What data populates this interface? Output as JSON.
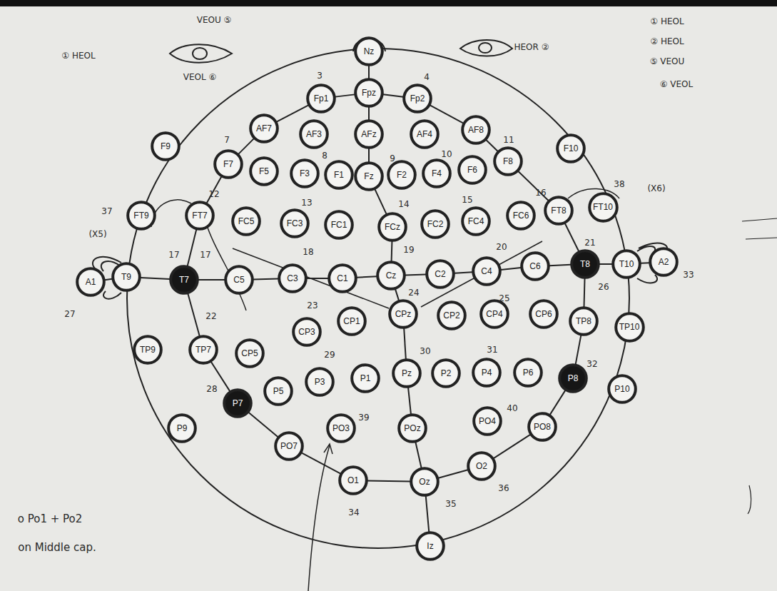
{
  "diagram": {
    "nodes": [
      {
        "text": [
          "Nz"
        ]
      },
      {
        "text": [
          "Fp1"
        ]
      },
      {
        "text": [
          "Fpz"
        ]
      },
      {
        "text": [
          "Fp2"
        ]
      },
      {
        "text": [
          "F9"
        ]
      },
      {
        "text": [
          "AF7"
        ]
      },
      {
        "text": [
          "AF3"
        ]
      },
      {
        "text": [
          "AFz"
        ]
      },
      {
        "text": [
          "AF4"
        ]
      },
      {
        "text": [
          "AF8"
        ]
      },
      {
        "text": [
          "F10"
        ]
      },
      {
        "text": [
          "F7"
        ]
      },
      {
        "text": [
          "F5"
        ]
      },
      {
        "text": [
          "F3"
        ]
      },
      {
        "text": [
          "F1"
        ]
      },
      {
        "text": [
          "Fz"
        ]
      },
      {
        "text": [
          "F2"
        ]
      },
      {
        "text": [
          "F4"
        ]
      },
      {
        "text": [
          "F6"
        ]
      },
      {
        "text": [
          "F8"
        ]
      },
      {
        "text": [
          "FT9"
        ]
      },
      {
        "text": [
          "FT7"
        ]
      },
      {
        "text": [
          "FC5"
        ]
      },
      {
        "text": [
          "FC3"
        ]
      },
      {
        "text": [
          "FC1"
        ]
      },
      {
        "text": [
          "FCz"
        ]
      },
      {
        "text": [
          "FC2"
        ]
      },
      {
        "text": [
          "FC4"
        ]
      },
      {
        "text": [
          "FC6"
        ]
      },
      {
        "text": [
          "FT8"
        ]
      },
      {
        "text": [
          "FT10"
        ]
      },
      {
        "text": [
          "A1"
        ]
      },
      {
        "text": [
          "T9"
        ]
      },
      {
        "text": [
          "T7"
        ]
      },
      {
        "text": [
          "C5"
        ]
      },
      {
        "text": [
          "C3"
        ]
      },
      {
        "text": [
          "C1"
        ]
      },
      {
        "text": [
          "Cz"
        ]
      },
      {
        "text": [
          "C2"
        ]
      },
      {
        "text": [
          "C4"
        ]
      },
      {
        "text": [
          "C6"
        ]
      },
      {
        "text": [
          "T8"
        ]
      },
      {
        "text": [
          "T10"
        ]
      },
      {
        "text": [
          "A2"
        ]
      },
      {
        "text": [
          "TP9"
        ]
      },
      {
        "text": [
          "TP7"
        ]
      },
      {
        "text": [
          "CP5"
        ]
      },
      {
        "text": [
          "CP3"
        ]
      },
      {
        "text": [
          "CP1"
        ]
      },
      {
        "text": [
          "CPz"
        ]
      },
      {
        "text": [
          "CP2"
        ]
      },
      {
        "text": [
          "CP4"
        ]
      },
      {
        "text": [
          "CP6"
        ]
      },
      {
        "text": [
          "TP8"
        ]
      },
      {
        "text": [
          "TP10"
        ]
      },
      {
        "text": [
          "P9"
        ]
      },
      {
        "text": [
          "P7"
        ]
      },
      {
        "text": [
          "P5"
        ]
      },
      {
        "text": [
          "P3"
        ]
      },
      {
        "text": [
          "P1"
        ]
      },
      {
        "text": [
          "Pz"
        ]
      },
      {
        "text": [
          "P2"
        ]
      },
      {
        "text": [
          "P4"
        ]
      },
      {
        "text": [
          "P6"
        ]
      },
      {
        "text": [
          "P8"
        ]
      },
      {
        "text": [
          "P10"
        ]
      },
      {
        "text": [
          "PO7"
        ]
      },
      {
        "text": [
          "PO3"
        ]
      },
      {
        "text": [
          "POz"
        ]
      },
      {
        "text": [
          "PO4"
        ]
      },
      {
        "text": [
          "PO8"
        ]
      },
      {
        "text": [
          "O1"
        ]
      },
      {
        "text": [
          "Oz"
        ]
      },
      {
        "text": [
          "O2"
        ]
      },
      {
        "text": [
          "Iz"
        ]
      }
    ],
    "edges": [
      {
        "from": 0,
        "to": 2,
        "arrow": "none"
      },
      {
        "from": 2,
        "to": 7,
        "arrow": "none"
      },
      {
        "from": 7,
        "to": 15,
        "arrow": "none"
      },
      {
        "from": 15,
        "to": 25,
        "arrow": "none"
      },
      {
        "from": 25,
        "to": 37,
        "arrow": "none"
      },
      {
        "from": 37,
        "to": 49,
        "arrow": "none"
      },
      {
        "from": 49,
        "to": 60,
        "arrow": "none"
      },
      {
        "from": 60,
        "to": 68,
        "arrow": "none"
      },
      {
        "from": 68,
        "to": 72,
        "arrow": "none"
      },
      {
        "from": 72,
        "to": 74,
        "arrow": "none"
      },
      {
        "from": 31,
        "to": 32,
        "arrow": "none"
      },
      {
        "from": 32,
        "to": 33,
        "arrow": "none"
      },
      {
        "from": 33,
        "to": 34,
        "arrow": "none"
      },
      {
        "from": 34,
        "to": 35,
        "arrow": "none"
      },
      {
        "from": 35,
        "to": 36,
        "arrow": "none"
      },
      {
        "from": 36,
        "to": 37,
        "arrow": "none"
      },
      {
        "from": 37,
        "to": 38,
        "arrow": "none"
      },
      {
        "from": 38,
        "to": 39,
        "arrow": "none"
      },
      {
        "from": 39,
        "to": 40,
        "arrow": "none"
      },
      {
        "from": 40,
        "to": 41,
        "arrow": "none"
      },
      {
        "from": 41,
        "to": 42,
        "arrow": "none"
      },
      {
        "from": 42,
        "to": 43,
        "arrow": "none"
      },
      {
        "from": 2,
        "to": 1,
        "arrow": "none"
      },
      {
        "from": 1,
        "to": 5,
        "arrow": "none"
      },
      {
        "from": 5,
        "to": 11,
        "arrow": "none"
      },
      {
        "from": 11,
        "to": 21,
        "arrow": "none"
      },
      {
        "from": 21,
        "to": 33,
        "arrow": "none"
      },
      {
        "from": 33,
        "to": 45,
        "arrow": "none"
      },
      {
        "from": 45,
        "to": 56,
        "arrow": "none"
      },
      {
        "from": 56,
        "to": 66,
        "arrow": "none"
      },
      {
        "from": 66,
        "to": 71,
        "arrow": "none"
      },
      {
        "from": 71,
        "to": 72,
        "arrow": "none"
      },
      {
        "from": 72,
        "to": 73,
        "arrow": "none"
      },
      {
        "from": 73,
        "to": 70,
        "arrow": "none"
      },
      {
        "from": 70,
        "to": 64,
        "arrow": "none"
      },
      {
        "from": 64,
        "to": 53,
        "arrow": "none"
      },
      {
        "from": 53,
        "to": 41,
        "arrow": "none"
      },
      {
        "from": 41,
        "to": 29,
        "arrow": "none"
      },
      {
        "from": 29,
        "to": 19,
        "arrow": "none"
      },
      {
        "from": 19,
        "to": 9,
        "arrow": "none"
      },
      {
        "from": 9,
        "to": 3,
        "arrow": "none"
      },
      {
        "from": 3,
        "to": 2,
        "arrow": "none"
      }
    ],
    "labels": [
      "VEOU ⑤",
      "① HEOL",
      "VEOL ⑥",
      "HEOR ②",
      "① HEOL",
      "② HEOL",
      "⑤ VEOU",
      "⑥ VEOL",
      "3",
      "4",
      "7",
      "8",
      "9",
      "10",
      "11",
      "12",
      "13",
      "14",
      "15",
      "16",
      "37",
      "(X5)",
      "38",
      "(X6)",
      "17",
      "17",
      "18",
      "19",
      "20",
      "21",
      "27",
      "33",
      "22",
      "23",
      "24",
      "25",
      "26",
      "29",
      "30",
      "31",
      "32",
      "28",
      "39",
      "40",
      "34",
      "35",
      "36",
      "o Po1 + Po2",
      "on Middle cap."
    ]
  }
}
